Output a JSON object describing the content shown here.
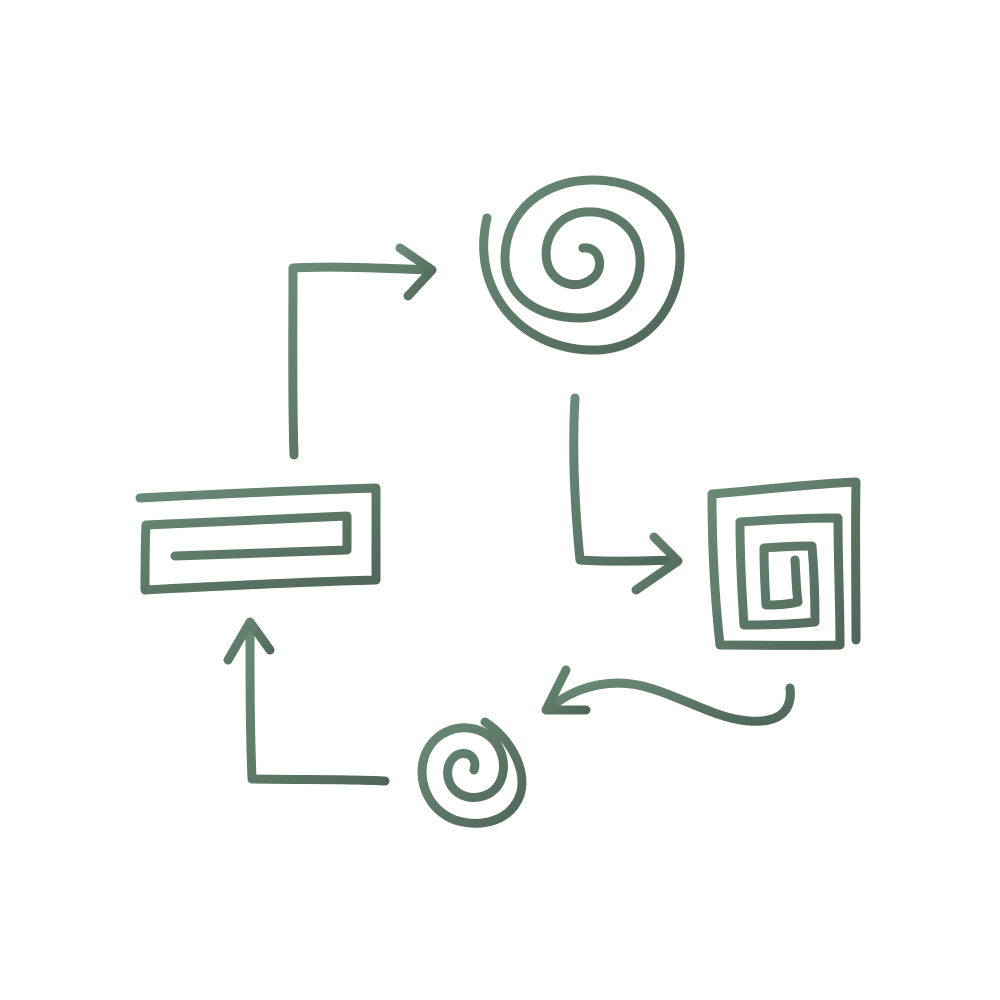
{
  "diagram": {
    "type": "cycle",
    "style": "hand-drawn",
    "colors": {
      "background": "#ffffff",
      "ink_light": "#6b8a77",
      "ink_dark": "#4f6658"
    },
    "nodes": [
      {
        "id": "large-spiral",
        "shape": "spiral"
      },
      {
        "id": "square-spiral",
        "shape": "square-spiral"
      },
      {
        "id": "small-spiral",
        "shape": "spiral"
      },
      {
        "id": "rect-spiral",
        "shape": "rectangular-spiral"
      }
    ],
    "edges": [
      {
        "from": "rect-spiral",
        "to": "large-spiral",
        "style": "elbow-arrow"
      },
      {
        "from": "large-spiral",
        "to": "square-spiral",
        "style": "elbow-arrow"
      },
      {
        "from": "square-spiral",
        "to": "small-spiral",
        "style": "wavy-arrow"
      },
      {
        "from": "small-spiral",
        "to": "rect-spiral",
        "style": "elbow-arrow"
      }
    ]
  }
}
